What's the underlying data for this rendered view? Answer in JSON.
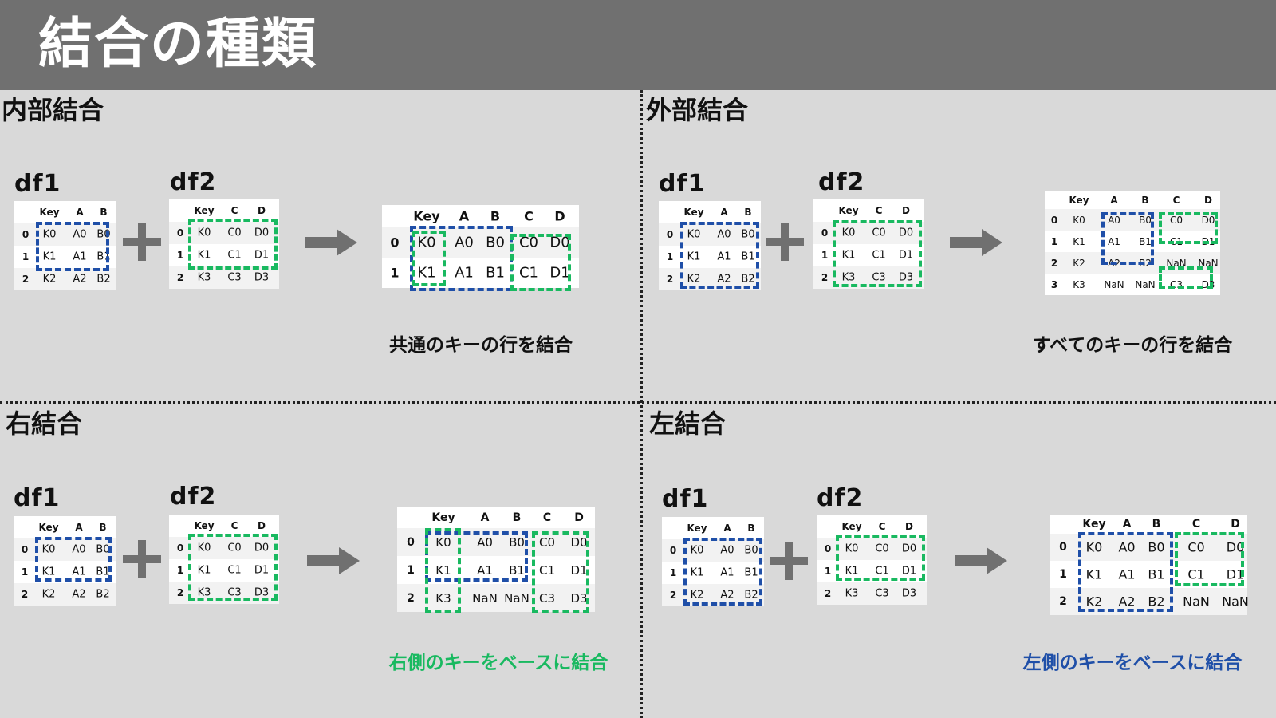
{
  "title": "結合の種類",
  "colors": {
    "header_bg": "#707070",
    "background": "#d9d9d9",
    "blue": "#1f4fa8",
    "green": "#19b960",
    "arrow": "#707070"
  },
  "quadrants": [
    {
      "id": "inner",
      "title": "内部結合",
      "df1_label": "df1",
      "df2_label": "df2",
      "df1": {
        "columns": [
          "Key",
          "A",
          "B"
        ],
        "index": [
          "0",
          "1",
          "2"
        ],
        "rows": [
          [
            "K0",
            "A0",
            "B0"
          ],
          [
            "K1",
            "A1",
            "B1"
          ],
          [
            "K2",
            "A2",
            "B2"
          ]
        ]
      },
      "df2": {
        "columns": [
          "Key",
          "C",
          "D"
        ],
        "index": [
          "0",
          "1",
          "2"
        ],
        "rows": [
          [
            "K0",
            "C0",
            "D0"
          ],
          [
            "K1",
            "C1",
            "D1"
          ],
          [
            "K3",
            "C3",
            "D3"
          ]
        ]
      },
      "result": {
        "columns": [
          "Key",
          "A",
          "B",
          "C",
          "D"
        ],
        "index": [
          "0",
          "1"
        ],
        "rows": [
          [
            "K0",
            "A0",
            "B0",
            "C0",
            "D0"
          ],
          [
            "K1",
            "A1",
            "B1",
            "C1",
            "D1"
          ]
        ]
      },
      "caption": "共通のキーの行を結合",
      "caption_color": "#111111"
    },
    {
      "id": "outer",
      "title": "外部結合",
      "df1_label": "df1",
      "df2_label": "df2",
      "df1": {
        "columns": [
          "Key",
          "A",
          "B"
        ],
        "index": [
          "0",
          "1",
          "2"
        ],
        "rows": [
          [
            "K0",
            "A0",
            "B0"
          ],
          [
            "K1",
            "A1",
            "B1"
          ],
          [
            "K2",
            "A2",
            "B2"
          ]
        ]
      },
      "df2": {
        "columns": [
          "Key",
          "C",
          "D"
        ],
        "index": [
          "0",
          "1",
          "2"
        ],
        "rows": [
          [
            "K0",
            "C0",
            "D0"
          ],
          [
            "K1",
            "C1",
            "D1"
          ],
          [
            "K3",
            "C3",
            "D3"
          ]
        ]
      },
      "result": {
        "columns": [
          "Key",
          "A",
          "B",
          "C",
          "D"
        ],
        "index": [
          "0",
          "1",
          "2",
          "3"
        ],
        "rows": [
          [
            "K0",
            "A0",
            "B0",
            "C0",
            "D0"
          ],
          [
            "K1",
            "A1",
            "B1",
            "C1",
            "D1"
          ],
          [
            "K2",
            "A2",
            "B2",
            "NaN",
            "NaN"
          ],
          [
            "K3",
            "NaN",
            "NaN",
            "C3",
            "D3"
          ]
        ]
      },
      "caption": "すべてのキーの行を結合",
      "caption_color": "#111111"
    },
    {
      "id": "right",
      "title": "右結合",
      "df1_label": "df1",
      "df2_label": "df2",
      "df1": {
        "columns": [
          "Key",
          "A",
          "B"
        ],
        "index": [
          "0",
          "1",
          "2"
        ],
        "rows": [
          [
            "K0",
            "A0",
            "B0"
          ],
          [
            "K1",
            "A1",
            "B1"
          ],
          [
            "K2",
            "A2",
            "B2"
          ]
        ]
      },
      "df2": {
        "columns": [
          "Key",
          "C",
          "D"
        ],
        "index": [
          "0",
          "1",
          "2"
        ],
        "rows": [
          [
            "K0",
            "C0",
            "D0"
          ],
          [
            "K1",
            "C1",
            "D1"
          ],
          [
            "K3",
            "C3",
            "D3"
          ]
        ]
      },
      "result": {
        "columns": [
          "Key",
          "A",
          "B",
          "C",
          "D"
        ],
        "index": [
          "0",
          "1",
          "2"
        ],
        "rows": [
          [
            "K0",
            "A0",
            "B0",
            "C0",
            "D0"
          ],
          [
            "K1",
            "A1",
            "B1",
            "C1",
            "D1"
          ],
          [
            "K3",
            "NaN",
            "NaN",
            "C3",
            "D3"
          ]
        ]
      },
      "caption": "右側のキーをベースに結合",
      "caption_color": "#19b960"
    },
    {
      "id": "left",
      "title": "左結合",
      "df1_label": "df1",
      "df2_label": "df2",
      "df1": {
        "columns": [
          "Key",
          "A",
          "B"
        ],
        "index": [
          "0",
          "1",
          "2"
        ],
        "rows": [
          [
            "K0",
            "A0",
            "B0"
          ],
          [
            "K1",
            "A1",
            "B1"
          ],
          [
            "K2",
            "A2",
            "B2"
          ]
        ]
      },
      "df2": {
        "columns": [
          "Key",
          "C",
          "D"
        ],
        "index": [
          "0",
          "1",
          "2"
        ],
        "rows": [
          [
            "K0",
            "C0",
            "D0"
          ],
          [
            "K1",
            "C1",
            "D1"
          ],
          [
            "K3",
            "C3",
            "D3"
          ]
        ]
      },
      "result": {
        "columns": [
          "Key",
          "A",
          "B",
          "C",
          "D"
        ],
        "index": [
          "0",
          "1",
          "2"
        ],
        "rows": [
          [
            "K0",
            "A0",
            "B0",
            "C0",
            "D0"
          ],
          [
            "K1",
            "A1",
            "B1",
            "C1",
            "D1"
          ],
          [
            "K2",
            "A2",
            "B2",
            "NaN",
            "NaN"
          ]
        ]
      },
      "caption": "左側のキーをベースに結合",
      "caption_color": "#1f4fa8"
    }
  ]
}
